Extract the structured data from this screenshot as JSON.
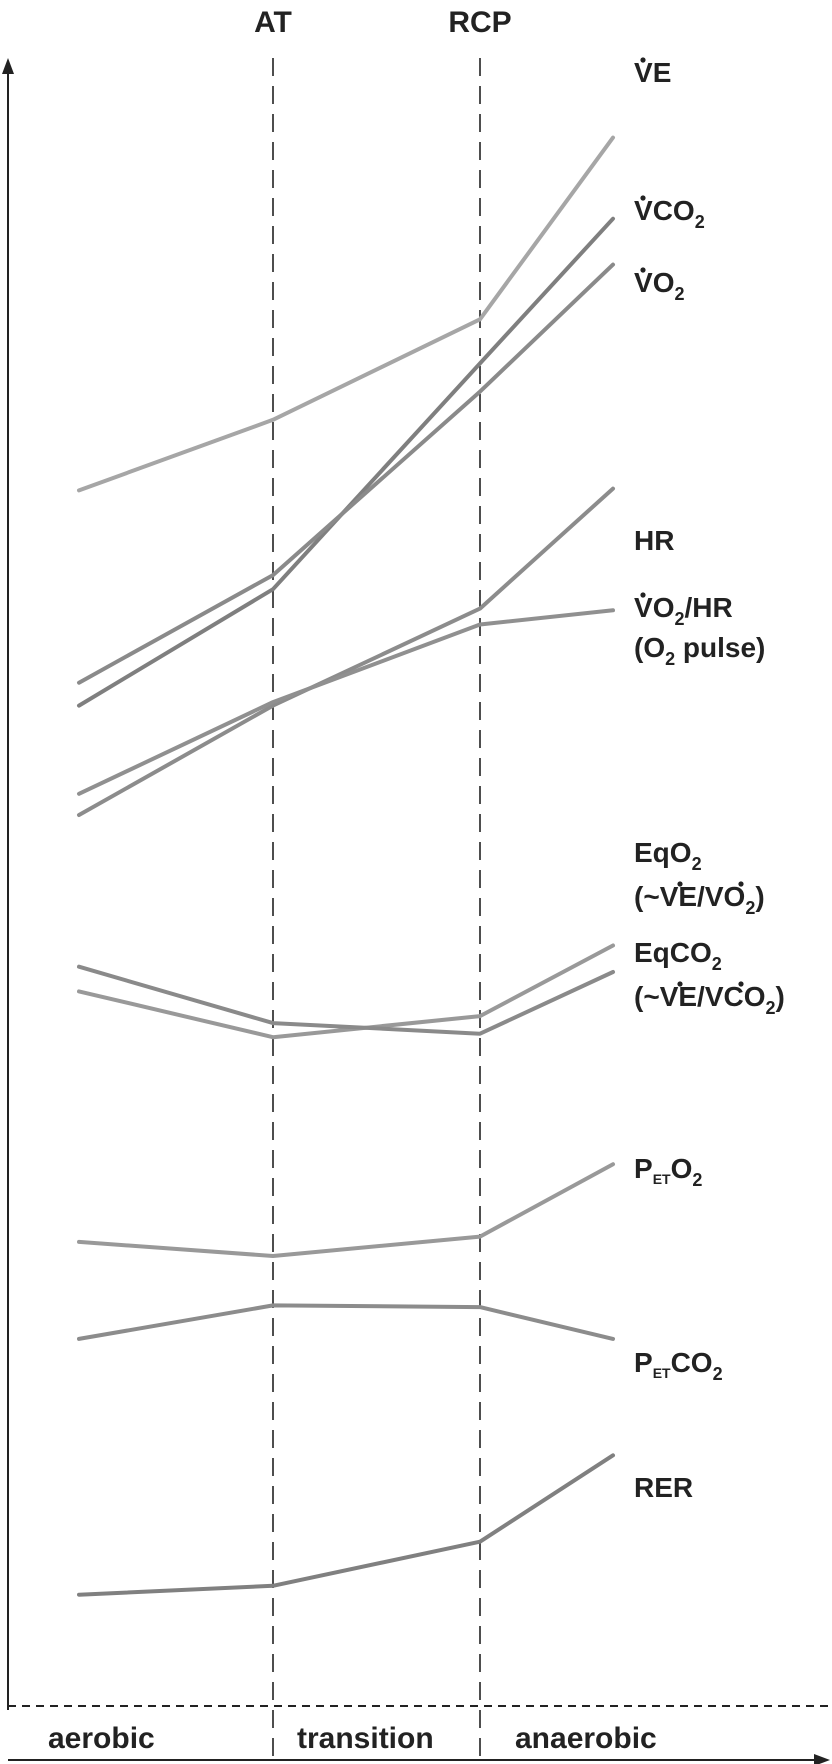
{
  "markers": {
    "at": "AT",
    "rcp": "RCP"
  },
  "zones": {
    "aerobic": "aerobic",
    "transition": "transition",
    "anaerobic": "anaerobic"
  },
  "labels": {
    "ve": {
      "v": "V",
      "rest": "E"
    },
    "vco2": {
      "v": "V",
      "rest": "CO",
      "sub": "2"
    },
    "vo2": {
      "v": "V",
      "rest": "O",
      "sub": "2"
    },
    "hr": "HR",
    "o2pulse": {
      "v": "V",
      "o": "O",
      "sub": "2",
      "rest": "/HR",
      "line2a": "(O",
      "line2sub": "2",
      "line2b": " pulse)"
    },
    "eqo2": {
      "a": "EqO",
      "sub": "2",
      "line2a": "(~",
      "v1": "V",
      "line2b": "E/",
      "v2": "V",
      "line2c": "O",
      "line2sub": "2",
      "line2d": ")"
    },
    "eqco2": {
      "a": "EqCO",
      "sub": "2",
      "line2a": "(~",
      "v1": "V",
      "line2b": "E/",
      "v2": "V",
      "line2c": "CO",
      "line2sub": "2",
      "line2d": ")"
    },
    "peto2": {
      "p": "P",
      "et": "ET",
      "rest": "O",
      "sub": "2"
    },
    "petco2": {
      "p": "P",
      "et": "ET",
      "rest": "CO",
      "sub": "2"
    },
    "rer": "RER"
  },
  "colors": {
    "ve": "#a6a6a6",
    "vco2": "#7f7f7f",
    "vo2": "#8a8a8a",
    "hr": "#8c8c8c",
    "o2pulse": "#909090",
    "eqo2": "#999999",
    "eqco2": "#8a8a8a",
    "peto2": "#999999",
    "petco2": "#8c8c8c",
    "rer": "#808080",
    "axis": "#222222"
  },
  "series": [
    {
      "key": "ve",
      "points": [
        [
          0.0,
          0.722
        ],
        [
          1.0,
          0.762
        ],
        [
          2.0,
          0.819
        ],
        [
          3.0,
          0.922
        ]
      ]
    },
    {
      "key": "vco2",
      "points": [
        [
          0.0,
          0.6
        ],
        [
          1.0,
          0.666
        ],
        [
          2.0,
          0.794
        ],
        [
          3.0,
          0.876
        ]
      ]
    },
    {
      "key": "vo2",
      "points": [
        [
          0.0,
          0.613
        ],
        [
          1.0,
          0.674
        ],
        [
          2.0,
          0.778
        ],
        [
          3.0,
          0.85
        ]
      ]
    },
    {
      "key": "hr",
      "points": [
        [
          0.0,
          0.538
        ],
        [
          1.0,
          0.6
        ],
        [
          2.0,
          0.655
        ],
        [
          3.0,
          0.723
        ]
      ]
    },
    {
      "key": "o2pulse",
      "points": [
        [
          0.0,
          0.55
        ],
        [
          1.0,
          0.602
        ],
        [
          2.0,
          0.646
        ],
        [
          3.0,
          0.654
        ]
      ]
    },
    {
      "key": "eqo2",
      "points": [
        [
          0.0,
          0.438
        ],
        [
          1.0,
          0.412
        ],
        [
          2.0,
          0.424
        ],
        [
          3.0,
          0.464
        ]
      ]
    },
    {
      "key": "eqco2",
      "points": [
        [
          0.0,
          0.452
        ],
        [
          1.0,
          0.42
        ],
        [
          2.0,
          0.414
        ],
        [
          3.0,
          0.449
        ]
      ]
    },
    {
      "key": "peto2",
      "points": [
        [
          0.0,
          0.296
        ],
        [
          1.0,
          0.288
        ],
        [
          2.0,
          0.299
        ],
        [
          3.0,
          0.34
        ]
      ]
    },
    {
      "key": "petco2",
      "points": [
        [
          0.0,
          0.241
        ],
        [
          1.0,
          0.26
        ],
        [
          2.0,
          0.259
        ],
        [
          3.0,
          0.241
        ]
      ]
    },
    {
      "key": "rer",
      "points": [
        [
          0.0,
          0.096
        ],
        [
          1.0,
          0.101
        ],
        [
          2.0,
          0.126
        ],
        [
          3.0,
          0.175
        ]
      ]
    }
  ]
}
